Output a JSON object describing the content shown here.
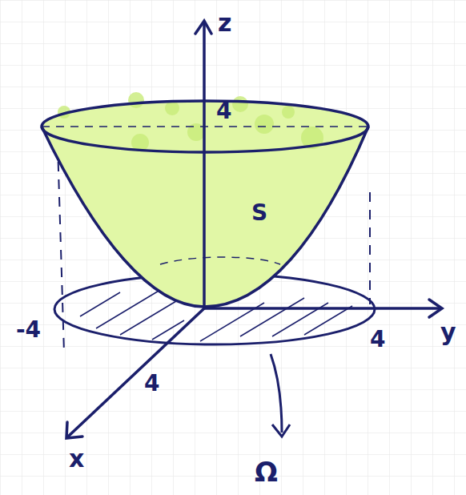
{
  "diagram": {
    "labels": [
      "z",
      "4",
      "S",
      "-4",
      "4",
      "4",
      "y",
      "x",
      "Ω"
    ]
  }
}
